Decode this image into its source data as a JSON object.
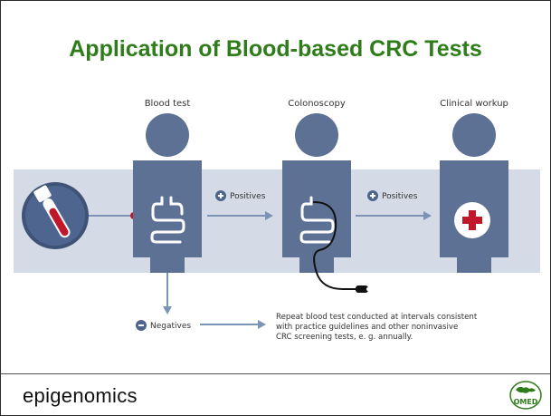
{
  "title": "Application of Blood-based CRC Tests",
  "stages": {
    "blood_test": "Blood test",
    "colonoscopy": "Colonoscopy",
    "clinical_workup": "Clinical workup"
  },
  "flow": {
    "positives_1": "Positives",
    "positives_2": "Positives",
    "negatives": "Negatives",
    "repeat_note_lines": [
      "Repeat blood test conducted at intervals consistent",
      "with practice guidelines and other noninvasive",
      "CRC screening tests, e. g. annually."
    ]
  },
  "footer": {
    "brand": "epigenomics",
    "partner_logo": "OMED"
  },
  "colors": {
    "title": "#2e7d1a",
    "figure": "#5c7194",
    "band": "#d4dbe6",
    "arrow": "#7d93b5",
    "blood": "#c0182a"
  }
}
